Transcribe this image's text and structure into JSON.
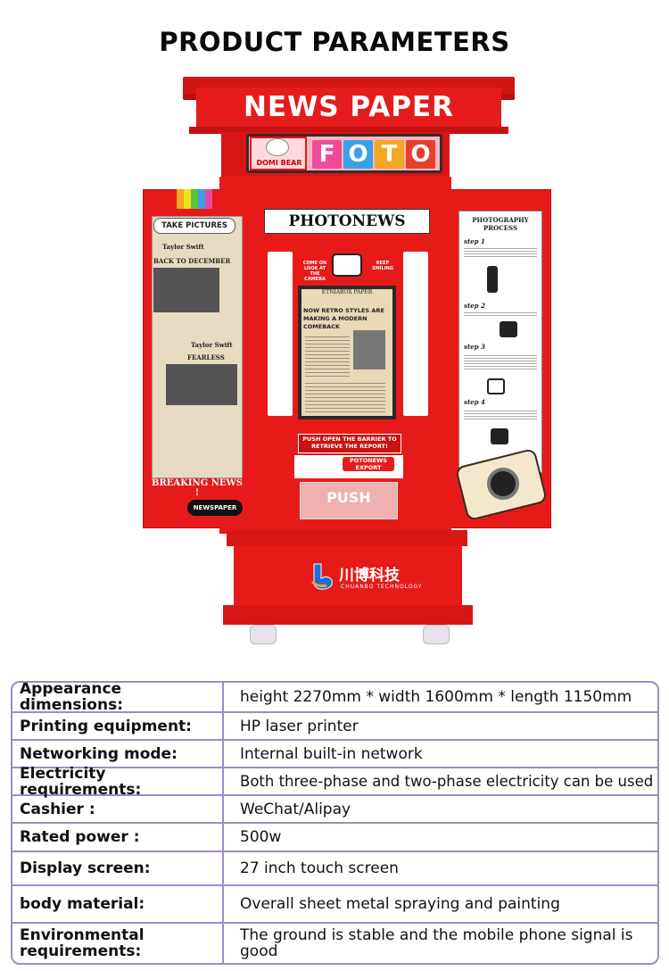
{
  "heading": "PRODUCT PARAMETERS",
  "machine": {
    "header_sign": "NEWS PAPER",
    "brand_label": "DOMI BEAR",
    "foto_letters": [
      {
        "letter": "F",
        "color": "#f04a9a"
      },
      {
        "letter": "O",
        "color": "#3aa0e8"
      },
      {
        "letter": "T",
        "color": "#f5a623"
      },
      {
        "letter": "O",
        "color": "#e8402a"
      }
    ],
    "photonews_sign": "PHOTONEWS",
    "camera_left_text": "COME ON LOOK AT THE CAMERA",
    "camera_right_text": "KEEP SMILING",
    "screen_title": "ETNIABOX PAPER",
    "screen_headline": "NOW RETRO STYLES ARE MAKING A MODERN COMEBACK",
    "left_tag": "TAKE PICTURES",
    "left_artist_1": "Taylor Swift",
    "left_headline_1": "BACK TO DECEMBER",
    "left_artist_2": "Taylor Swift",
    "left_headline_2": "FEARLESS",
    "left_footer": "BREAKING NEWS !",
    "left_badge": "NEWSPAPER",
    "process_title": "PHOTOGRAPHY PROCESS",
    "steps": [
      "step 1",
      "step 2",
      "step 3",
      "step 4"
    ],
    "push_strip": "PUSH OPEN THE BARRIER TO RETRIEVE THE REPORT!",
    "export_badge": "POTONEWS EXPORT",
    "push_label": "PUSH",
    "logo_text": "川博科技",
    "logo_sub": "CHUANBO TECHNOLOGY",
    "accent_red": "#e71a1a"
  },
  "parameters": [
    {
      "label": "Appearance dimensions:",
      "value": "height 2270mm * width 1600mm * length 1150mm"
    },
    {
      "label": "Printing equipment:",
      "value": "HP laser printer"
    },
    {
      "label": "Networking mode:",
      "value": "Internal built-in network"
    },
    {
      "label": "Electricity requirements:",
      "value": "Both three-phase and two-phase electricity can be used"
    },
    {
      "label": "Cashier :",
      "value": "WeChat/Alipay"
    },
    {
      "label": "Rated power :",
      "value": "500w"
    },
    {
      "label": "Display screen:",
      "value": "27 inch touch screen"
    },
    {
      "label": "body material:",
      "value": "Overall sheet metal spraying and painting"
    },
    {
      "label": "Environmental requirements:",
      "value": "The ground is stable and the mobile phone signal is good"
    }
  ]
}
